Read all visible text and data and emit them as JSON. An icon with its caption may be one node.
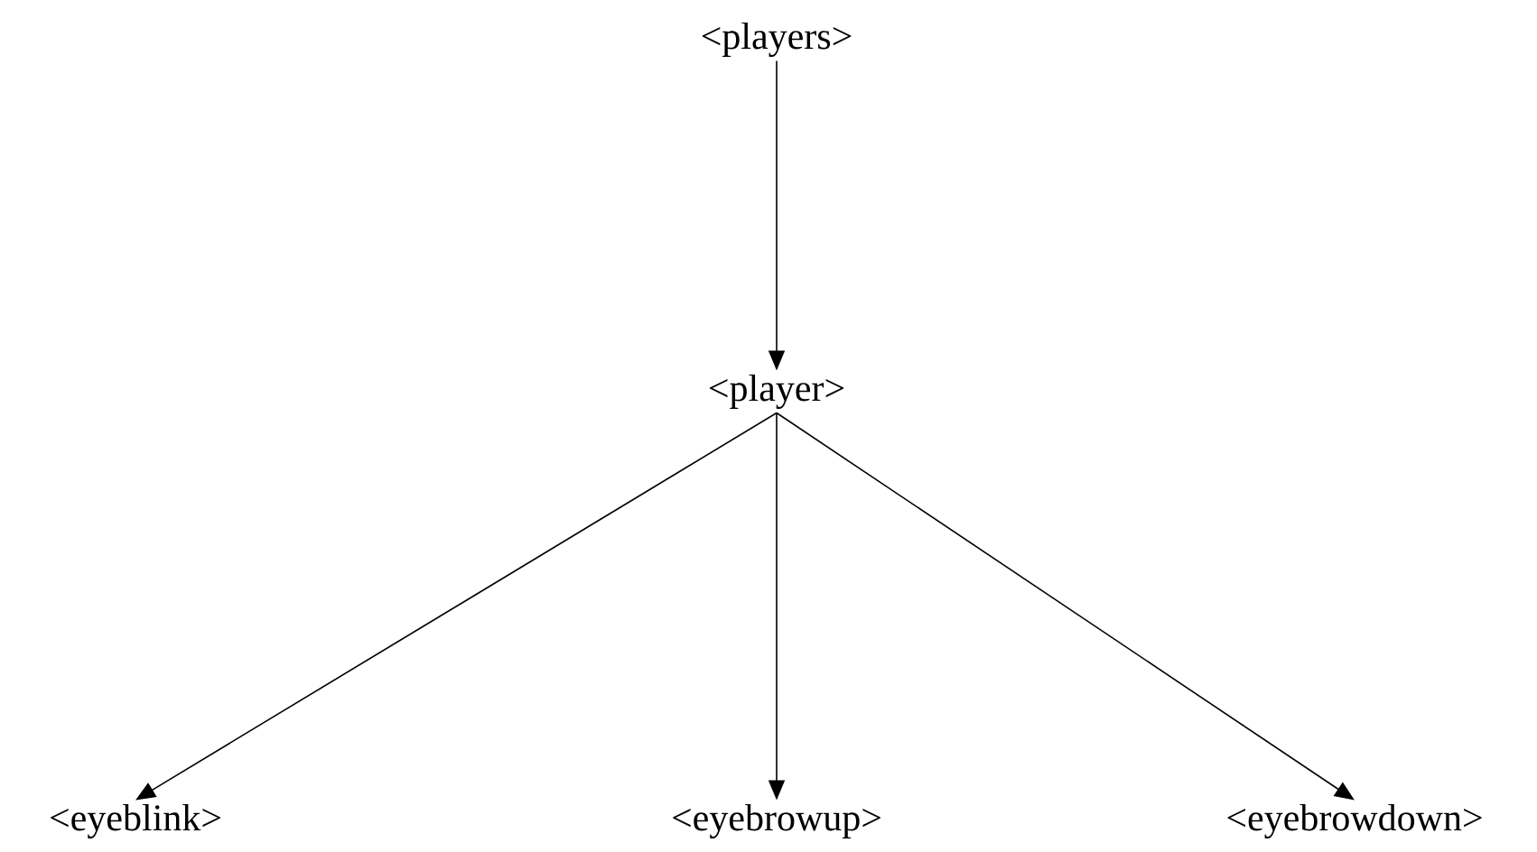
{
  "diagram": {
    "nodes": [
      {
        "text": [
          "<players>"
        ]
      },
      {
        "text": [
          "<player>"
        ]
      },
      {
        "text": [
          "<eyeblink>"
        ]
      },
      {
        "text": [
          "<eyebrowup>"
        ]
      },
      {
        "text": [
          "<eyebrowdown>"
        ]
      }
    ],
    "edges": [
      {
        "from": 0,
        "to": 1,
        "arrow": "to"
      },
      {
        "from": 1,
        "to": 2,
        "arrow": "to"
      },
      {
        "from": 1,
        "to": 3,
        "arrow": "to"
      },
      {
        "from": 1,
        "to": 4,
        "arrow": "to"
      }
    ]
  }
}
